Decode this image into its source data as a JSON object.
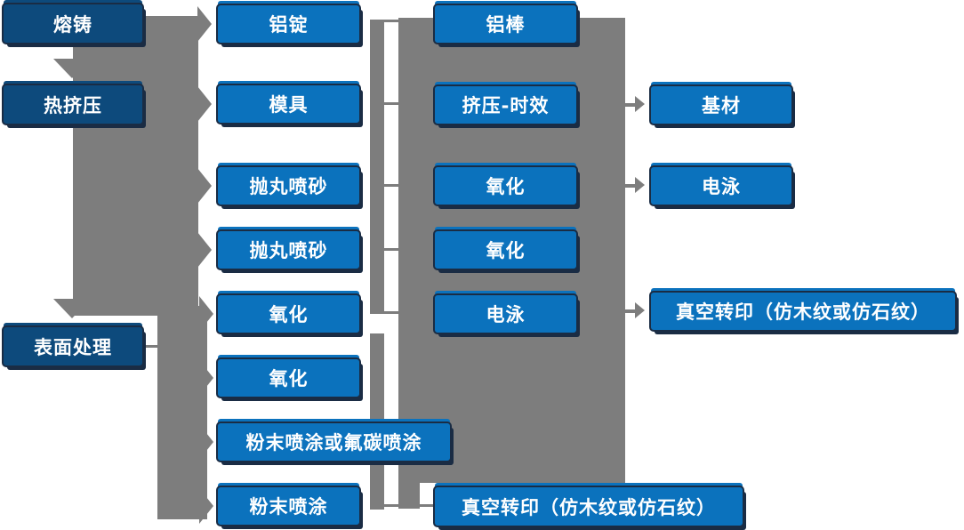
{
  "colors": {
    "node_fill_blue": "#0b72bd",
    "node_fill_dark_blue": "#0d4a7c",
    "node_border": "#1a2c44",
    "connector_gray": "#7d7d7d",
    "text_color": "#ffffff",
    "background": "#ffffff"
  },
  "nodes": {
    "stages": [
      "熔铸",
      "热挤压",
      "表面处理"
    ],
    "process_col2": [
      "铝锭",
      "模具",
      "抛丸喷砂",
      "抛丸喷砂",
      "氧化",
      "氧化",
      "粉末喷涂或氟碳喷涂",
      "粉末喷涂"
    ],
    "process_col3": [
      "铝棒",
      "挤压-时效",
      "氧化",
      "氧化",
      "电泳",
      "真空转印（仿木纹或仿石纹）"
    ],
    "final_col4": [
      "基材",
      "电泳",
      "真空转印（仿木纹或仿石纹）"
    ]
  }
}
